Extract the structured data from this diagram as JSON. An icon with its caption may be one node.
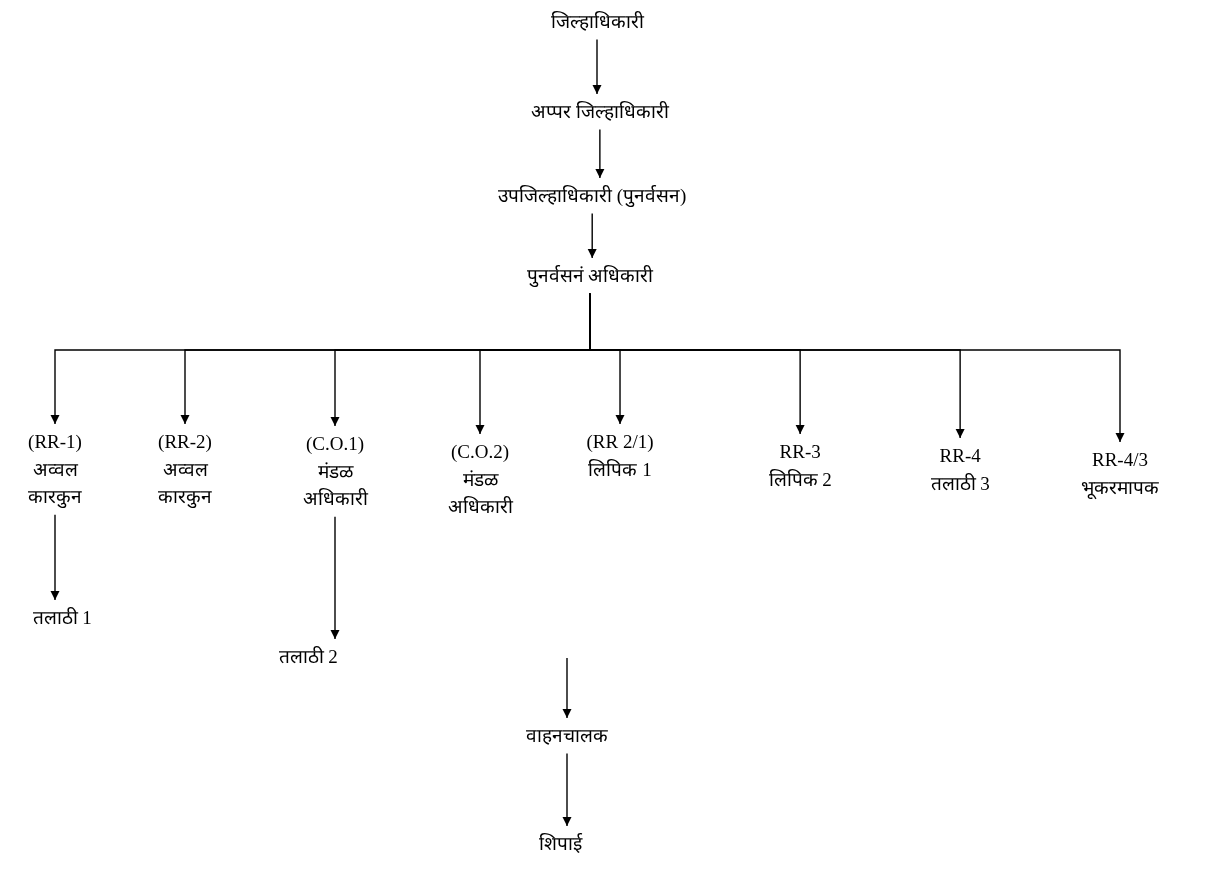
{
  "diagram": {
    "nodes": [
      {
        "text": [
          "जिल्हाधिकारी"
        ]
      },
      {
        "text": [
          "अप्पर जिल्हाधिकारी"
        ]
      },
      {
        "text": [
          "उपजिल्हाधिकारी (पुनर्वसन)"
        ]
      },
      {
        "text": [
          "पुनर्वसनं अधिकारी"
        ]
      },
      {
        "text": [
          "(RR-1)",
          "अव्वल कारकुन"
        ]
      },
      {
        "text": [
          "(RR-2)",
          "अव्वल कारकुन"
        ]
      },
      {
        "text": [
          "(C.O.1)",
          "मंडळ अधिकारी"
        ]
      },
      {
        "text": [
          "(C.O.2)",
          "मंडळ अधिकारी"
        ]
      },
      {
        "text": [
          "(RR 2/1)",
          "लिपिक 1"
        ]
      },
      {
        "text": [
          "RR-3",
          "लिपिक 2"
        ]
      },
      {
        "text": [
          "RR-4",
          "तलाठी 3"
        ]
      },
      {
        "text": [
          "RR-4/3",
          "भूकरमापक"
        ]
      },
      {
        "text": [
          "तलाठी 1"
        ]
      },
      {
        "text": [
          "तलाठी 2"
        ]
      },
      {
        "text": [
          "वाहनचालक"
        ]
      },
      {
        "text": [
          "शिपाई"
        ]
      }
    ],
    "edges": [
      {
        "from": 0,
        "to": 1,
        "arrow": "to"
      },
      {
        "from": 1,
        "to": 2,
        "arrow": "to"
      },
      {
        "from": 2,
        "to": 3,
        "arrow": "to"
      },
      {
        "from": 3,
        "to": 4,
        "arrow": "to"
      },
      {
        "from": 3,
        "to": 5,
        "arrow": "to"
      },
      {
        "from": 3,
        "to": 6,
        "arrow": "to"
      },
      {
        "from": 3,
        "to": 7,
        "arrow": "to"
      },
      {
        "from": 3,
        "to": 8,
        "arrow": "to"
      },
      {
        "from": 3,
        "to": 9,
        "arrow": "to"
      },
      {
        "from": 3,
        "to": 10,
        "arrow": "to"
      },
      {
        "from": 3,
        "to": 11,
        "arrow": "to"
      },
      {
        "from": 4,
        "to": 12,
        "arrow": "to"
      },
      {
        "from": 6,
        "to": 13,
        "arrow": "to"
      },
      {
        "from": null,
        "to": 14,
        "arrow": "to"
      },
      {
        "from": 14,
        "to": 15,
        "arrow": "to"
      }
    ]
  }
}
